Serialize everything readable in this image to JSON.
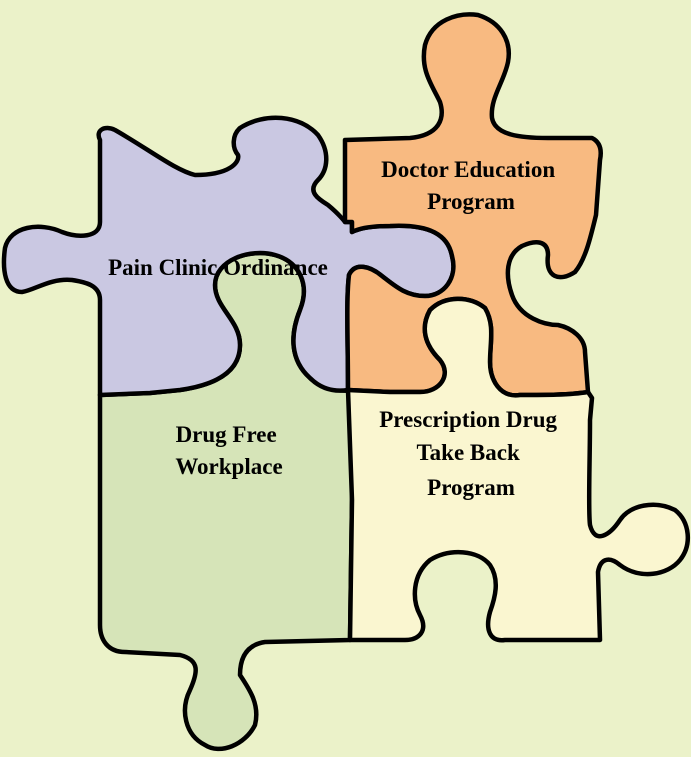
{
  "colors": {
    "background": "#ebf2c9",
    "pain_clinic": "#cac8e2",
    "doctor_education": "#f8ba81",
    "drug_free": "#d6e4b8",
    "take_back": "#faf6d0",
    "outline": "#000000"
  },
  "pieces": {
    "pain_clinic": {
      "lines": [
        "Pain Clinic Ordinance"
      ]
    },
    "doctor_education": {
      "lines": [
        "Doctor Education",
        "Program"
      ]
    },
    "drug_free": {
      "lines": [
        "Drug Free",
        "Workplace"
      ]
    },
    "take_back": {
      "lines": [
        "Prescription Drug",
        "Take Back",
        "Program"
      ]
    }
  }
}
